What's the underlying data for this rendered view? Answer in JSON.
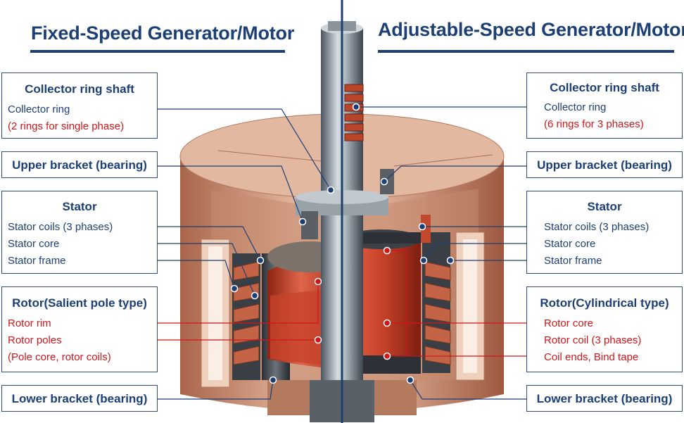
{
  "titles": {
    "left": "Fixed-Speed Generator/Motor",
    "right": "Adjustable-Speed Generator/Motor"
  },
  "left": {
    "collector": {
      "title": "Collector ring shaft",
      "item1": "Collector ring",
      "item2": "(2 rings for single phase)"
    },
    "upper_bracket": {
      "title": "Upper bracket (bearing)"
    },
    "stator": {
      "title": "Stator",
      "item1": "Stator coils (3 phases)",
      "item2": "Stator core",
      "item3": "Stator frame"
    },
    "rotor": {
      "title": "Rotor(Salient pole type)",
      "item1": "Rotor rim",
      "item2": "Rotor poles",
      "item3": "(Pole core, rotor coils)"
    },
    "lower_bracket": {
      "title": "Lower bracket (bearing)"
    }
  },
  "right": {
    "collector": {
      "title": "Collector ring shaft",
      "item1": "Collector ring",
      "item2": "(6 rings for 3 phases)"
    },
    "upper_bracket": {
      "title": "Upper bracket (bearing)"
    },
    "stator": {
      "title": "Stator",
      "item1": "Stator coils (3 phases)",
      "item2": "Stator core",
      "item3": "Stator frame"
    },
    "rotor": {
      "title": "Rotor(Cylindrical type)",
      "item1": "Rotor core",
      "item2": "Rotor coil (3 phases)",
      "item3": "Coil ends, Bind tape"
    },
    "lower_bracket": {
      "title": "Lower bracket (bearing)"
    }
  },
  "colors": {
    "navy": "#1c3f74",
    "red": "#d0161b",
    "copper": "#b5472c",
    "housing": "#d9a88c"
  }
}
